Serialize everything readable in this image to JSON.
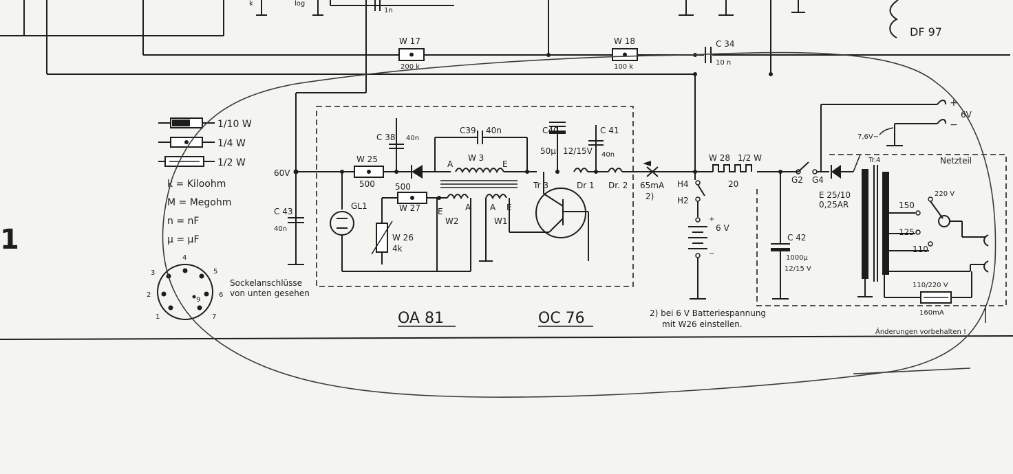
{
  "labels": {
    "tube_df97": "DF 97",
    "w17": "W 17",
    "w17_val": "200 k",
    "w18": "W 18",
    "w18_val": "100 k",
    "c34": "C 34",
    "c34_val": "10 n",
    "top_1n": "1n",
    "top_log": "log",
    "legend_110w": "1/10 W",
    "legend_14w": "1/4 W",
    "legend_12w": "1/2 W",
    "legend_k": "k = Kiloohm",
    "legend_m": "M = Megohm",
    "legend_n": "n = nF",
    "legend_mu": "μ = μF",
    "v60": "60V",
    "c43": "C 43",
    "c43_val": "40n",
    "w25": "W 25",
    "w25_val": "500",
    "c38": "C 38",
    "c38_val": "40n",
    "gl1": "GL1",
    "w27_val": "500",
    "w27": "W 27",
    "w26": "W 26",
    "w26_val": "4k",
    "c39": "C39",
    "c39_val": "40n",
    "w3": "W 3",
    "pin_a1": "A",
    "pin_e1": "E",
    "pin_e2": "E",
    "pin_a2": "A",
    "pin_a3": "A",
    "pin_e3": "E",
    "w2": "W2",
    "w1": "W1",
    "c40": "C40",
    "c40_val": "50μ",
    "c40_v": "12/15V",
    "c41": "C 41",
    "c41_val": "40n",
    "tr3": "Tr 3",
    "dr1": "Dr 1",
    "dr2": "Dr. 2",
    "ma65": "65mA",
    "note2": "2)",
    "h4": "H4",
    "h2": "H2",
    "bat_v": "6 V",
    "w28": "W 28",
    "w28_w": "1/2 W",
    "w28_val": "20",
    "c42": "C 42",
    "c42_val": "1000μ",
    "c42_v": "12/15 V",
    "g2": "G2",
    "g4": "G4",
    "e25": "E 25/10",
    "fuse_a": "0,25AR",
    "v76": "7,6V~",
    "tr4": "Tr.4",
    "netzteil": "Netzteil",
    "plus": "+",
    "minus": "−",
    "v6": "6V",
    "v220": "220 V",
    "v150": "150",
    "v125": "125",
    "v110": "110",
    "v110_220": "110/220 V",
    "ma160": "160mA",
    "socket_title1": "Sockelanschlüsse",
    "socket_title2": "von unten gesehen",
    "pin1": "1",
    "pin2": "2",
    "pin3": "3",
    "pin4": "4",
    "pin5": "5",
    "pin6": "6",
    "pin7": "7",
    "pin9": "9",
    "type_oa81": "OA 81",
    "type_oc76": "OC 76",
    "footnote1": "2) bei 6 V Batteriespannung",
    "footnote2": "mit W26 einstellen.",
    "changes": "Änderungen vorbehalten !",
    "page_digit": "1"
  }
}
